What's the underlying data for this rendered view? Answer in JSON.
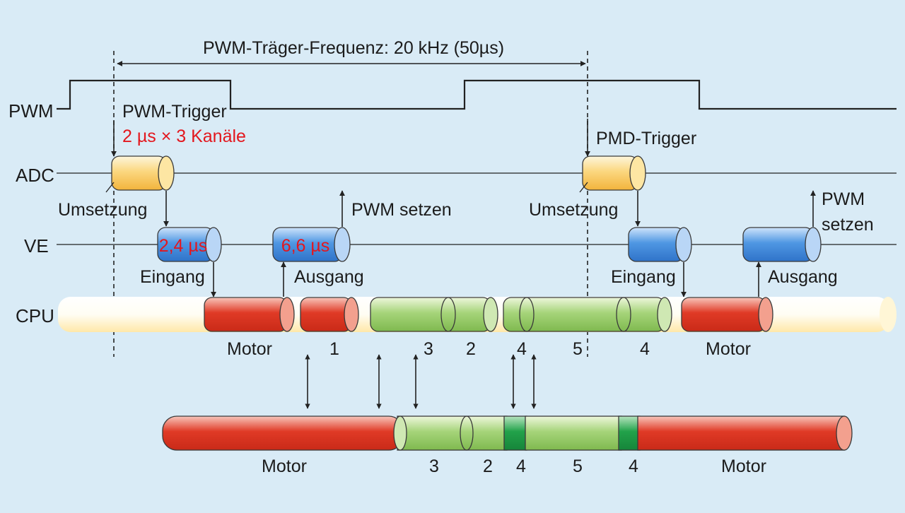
{
  "colors": {
    "background": "#d9ebf6",
    "line": "#222222",
    "highlight_text": "#e3171e",
    "adc": "#f8c24a",
    "ve": "#4f97e3",
    "motor": "#e03a26",
    "task": "#8cc55a",
    "task_dark": "#22a24a",
    "idle": "#fff2c4"
  },
  "title": "PWM-Träger-Frequenz: 20 kHz (50µs)",
  "rows": {
    "pwm": "PWM",
    "adc": "ADC",
    "ve": "VE",
    "cpu": "CPU"
  },
  "annotations": {
    "pwm_trigger": "PWM-Trigger",
    "adc_time": "2 µs × 3 Kanäle",
    "pmd_trigger": "PMD-Trigger",
    "umsetzung": "Umsetzung",
    "pwm_setzen": "PWM setzen",
    "pwm_setzen_line1": "PWM",
    "pwm_setzen_line2": "setzen",
    "eingang": "Eingang",
    "ausgang": "Ausgang",
    "ve_in_time": "2,4 µs",
    "ve_out_time": "6,6 µs"
  },
  "cpu_labels": [
    "Motor",
    "1",
    "3",
    "2",
    "4",
    "5",
    "4",
    "Motor"
  ],
  "bottom_labels": [
    "Motor",
    "3",
    "2",
    "4",
    "5",
    "4",
    "Motor"
  ]
}
